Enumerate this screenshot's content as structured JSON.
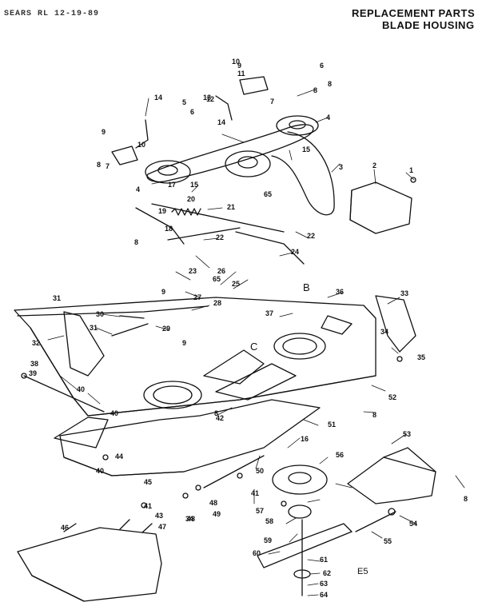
{
  "header": {
    "title_line1": "REPLACEMENT PARTS",
    "title_line2": "BLADE HOUSING"
  },
  "scribble": "SEARS RL 12-19-89",
  "drawing_code": "E5",
  "view_letters": [
    "B",
    "C"
  ],
  "callouts": [
    "1",
    "2",
    "3",
    "4",
    "4",
    "5",
    "6",
    "6",
    "7",
    "7",
    "8",
    "8",
    "8",
    "8",
    "8",
    "8",
    "8",
    "9",
    "9",
    "9",
    "9",
    "10",
    "10",
    "11",
    "12",
    "13",
    "14",
    "14",
    "15",
    "15",
    "16",
    "17",
    "18",
    "19",
    "20",
    "21",
    "22",
    "22",
    "23",
    "24",
    "25",
    "26",
    "27",
    "28",
    "29",
    "30",
    "31",
    "31",
    "32",
    "33",
    "34",
    "34",
    "35",
    "36",
    "37",
    "38",
    "39",
    "40",
    "40",
    "40",
    "41",
    "41",
    "42",
    "43",
    "44",
    "45",
    "46",
    "47",
    "48",
    "48",
    "49",
    "50",
    "51",
    "52",
    "53",
    "54",
    "55",
    "56",
    "57",
    "58",
    "59",
    "60",
    "61",
    "62",
    "63",
    "64",
    "65",
    "65"
  ]
}
